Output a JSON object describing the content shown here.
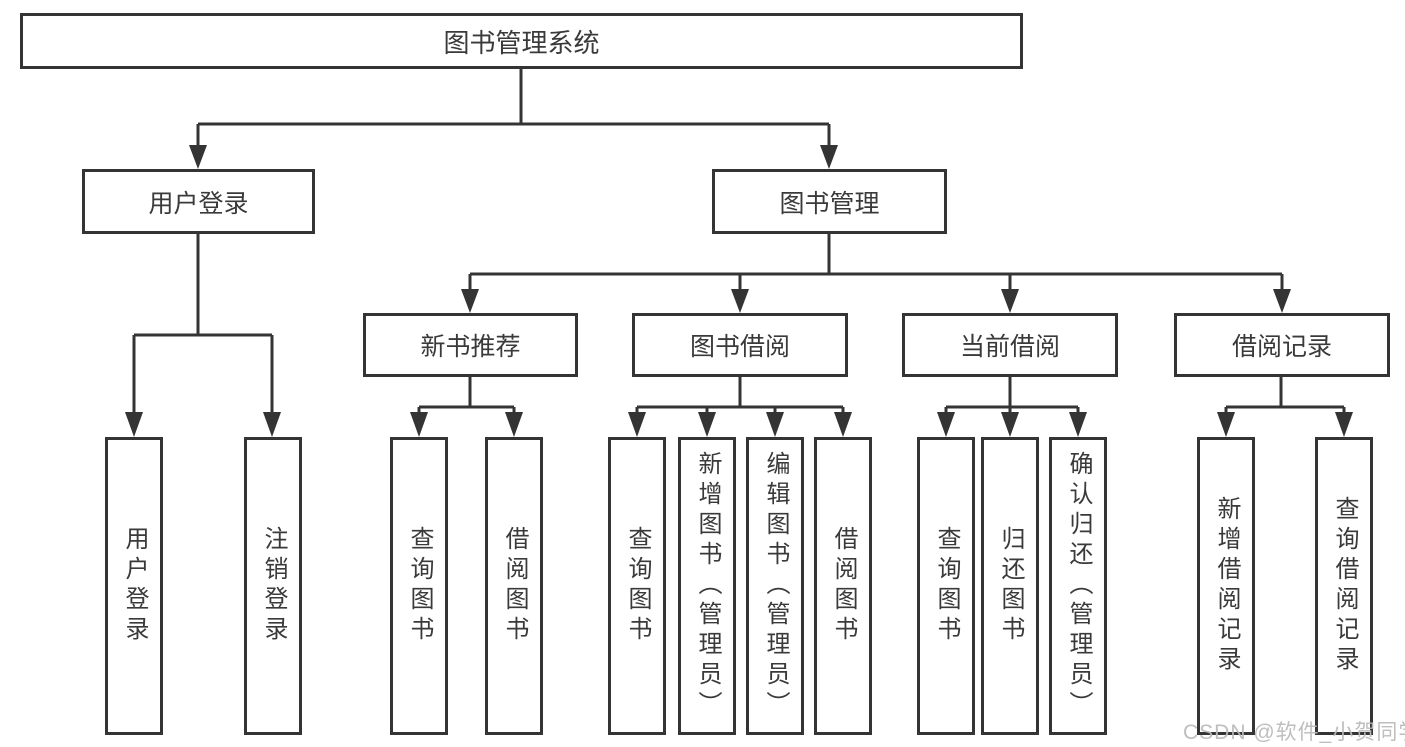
{
  "tree": {
    "label": "图书管理系统",
    "children": [
      {
        "label": "用户登录",
        "children": [
          {
            "label": "用户登录"
          },
          {
            "label": "注销登录"
          }
        ]
      },
      {
        "label": "图书管理",
        "children": [
          {
            "label": "新书推荐",
            "children": [
              {
                "label": "查询图书"
              },
              {
                "label": "借阅图书"
              }
            ]
          },
          {
            "label": "图书借阅",
            "children": [
              {
                "label": "查询图书"
              },
              {
                "label": "新增图书（管理员）"
              },
              {
                "label": "编辑图书（管理员）"
              },
              {
                "label": "借阅图书"
              }
            ]
          },
          {
            "label": "当前借阅",
            "children": [
              {
                "label": "查询图书"
              },
              {
                "label": "归还图书"
              },
              {
                "label": "确认归还（管理员）"
              }
            ]
          },
          {
            "label": "借阅记录",
            "children": [
              {
                "label": "新增借阅记录"
              },
              {
                "label": "查询借阅记录"
              }
            ]
          }
        ]
      }
    ]
  },
  "watermark": {
    "text": "CSDN @软件_小贺同学"
  },
  "colors": {
    "line": "#343434",
    "text": "#3a3a3a",
    "background": "#ffffff",
    "watermark": "#bababa"
  }
}
